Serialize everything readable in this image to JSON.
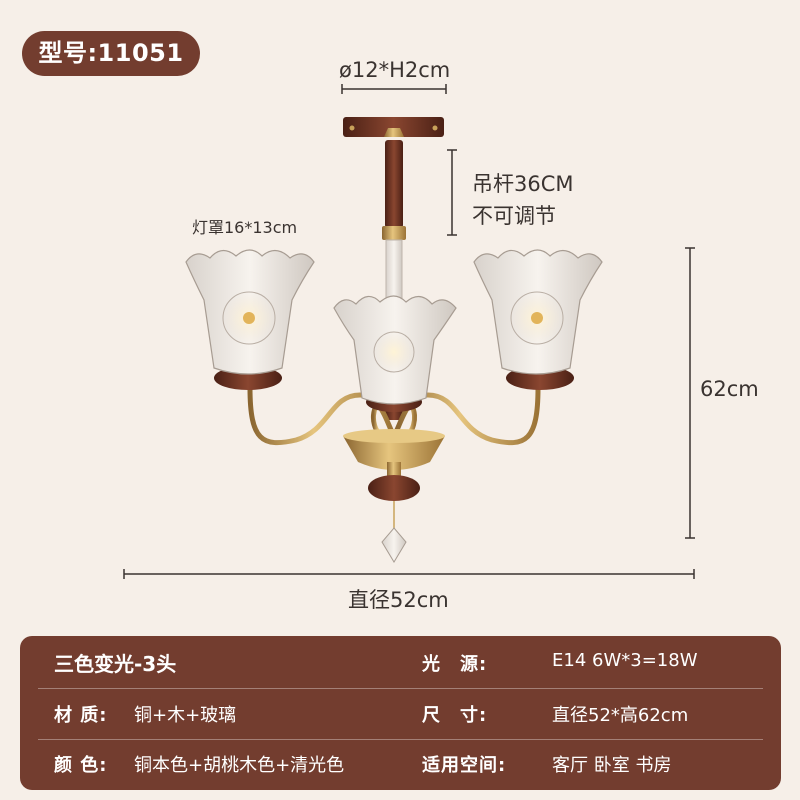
{
  "model_badge": "型号:11051",
  "dimensions": {
    "canopy": "ø12*H2cm",
    "rod_line1": "吊杆36CM",
    "rod_line2": "不可调节",
    "shade": "灯罩16*13cm",
    "height": "62cm",
    "diameter": "直径52cm"
  },
  "info": {
    "title": "三色变光-3头",
    "rows": [
      {
        "left_label": "",
        "left_value": "",
        "right_label": "光　源:",
        "right_value": "E14 6W*3=18W"
      },
      {
        "left_label": "材 质:",
        "left_value": "铜+木+玻璃",
        "right_label": "尺　寸:",
        "right_value": "直径52*高62cm"
      },
      {
        "left_label": "颜 色:",
        "left_value": "铜本色+胡桃木色+清光色",
        "right_label": "适用空间:",
        "right_value": "客厅 卧室 书房"
      }
    ]
  },
  "colors": {
    "brand_brown": "#733d2f",
    "background": "#f6efe8",
    "brass": "#c9a25a",
    "walnut": "#6b3322"
  }
}
